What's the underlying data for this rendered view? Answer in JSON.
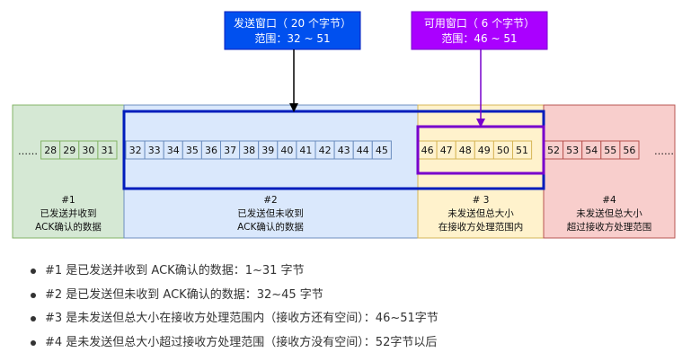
{
  "windows": {
    "send": {
      "title": "发送窗口（ 20 个字节）",
      "range": "范围：32 ~ 51",
      "fill": "#0050EF",
      "stroke": "#001DBC"
    },
    "usable": {
      "title": "可用窗口（ 6 个字节）",
      "range": "范围：46 ~ 51",
      "fill": "#AA00FF",
      "stroke": "#7700CC"
    }
  },
  "cells": {
    "left_ellipsis": "……",
    "right_ellipsis": "……",
    "r1": [
      "28",
      "29",
      "30",
      "31"
    ],
    "r2": [
      "32",
      "33",
      "34",
      "35",
      "36",
      "37",
      "38",
      "39",
      "40",
      "41",
      "42",
      "43",
      "44",
      "45"
    ],
    "r3": [
      "46",
      "47",
      "48",
      "49",
      "50",
      "51"
    ],
    "r4": [
      "52",
      "53",
      "54",
      "55",
      "56"
    ]
  },
  "regions": [
    {
      "id": "#1",
      "line1": "已发送并收到",
      "line2": "ACK确认的数据",
      "fill": "#D5E8D4",
      "stroke": "#82B366"
    },
    {
      "id": "#2",
      "line1": "已发送但未收到",
      "line2": "ACK确认的数据",
      "fill": "#DAE8FC",
      "stroke": "#6C8EBF"
    },
    {
      "id": "# 3",
      "line1": "未发送但总大小",
      "line2": "在接收方处理范围内",
      "fill": "#FFF2CC",
      "stroke": "#D6B656"
    },
    {
      "id": "#4",
      "line1": "未发送但总大小",
      "line2": "超过接收方处理范围",
      "fill": "#F8CECC",
      "stroke": "#B85450"
    }
  ],
  "legend": [
    "#1 是已发送并收到 ACK确认的数据：1~31 字节",
    "#2 是已发送但未收到 ACK确认的数据：32~45 字节",
    "#3 是未发送但总大小在接收方处理范围内（接收方还有空间）：46~51字节",
    "#4 是未发送但总大小超过接收方处理范围（接收方没有空间）：52字节以后"
  ]
}
